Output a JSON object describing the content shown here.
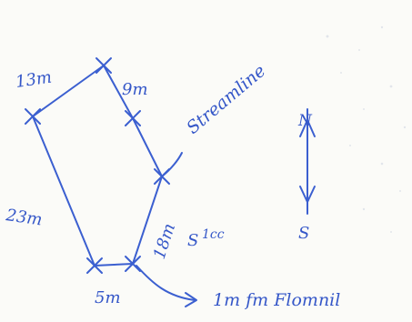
{
  "sketch": {
    "ink_color": "#3b5fd0",
    "paper_color": "#fbfbf8",
    "segments": {
      "top_left": "13m",
      "top_right": "9m",
      "left": "23m",
      "right_lower": "18m",
      "bottom": "5m"
    },
    "annotations": {
      "streamline": "Streamline",
      "s_label": "S",
      "s_value": "1cc",
      "outlet": "1m fm Flomnil"
    },
    "north_arrow": {
      "north_label": "N",
      "south_label": "S"
    }
  }
}
